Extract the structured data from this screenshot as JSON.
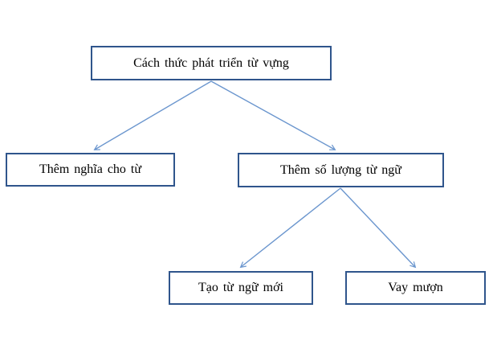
{
  "diagram": {
    "description": "Tree diagram of vocabulary development methods",
    "nodes": [
      {
        "id": "root",
        "label": "Cách thức phát triển từ vựng"
      },
      {
        "id": "them-nghia",
        "label": "Thêm nghĩa cho từ"
      },
      {
        "id": "them-so-luong",
        "label": "Thêm số lượng từ ngữ"
      },
      {
        "id": "tao-tu-ngu",
        "label": "Tạo từ ngữ mới"
      },
      {
        "id": "vay-muon",
        "label": "Vay mượn"
      }
    ],
    "edges": [
      {
        "from": "root",
        "to": "them-nghia"
      },
      {
        "from": "root",
        "to": "them-so-luong"
      },
      {
        "from": "them-so-luong",
        "to": "tao-tu-ngu"
      },
      {
        "from": "them-so-luong",
        "to": "vay-muon"
      }
    ],
    "colors": {
      "box_border": "#2F558C",
      "arrow": "#6B96CE",
      "text": "#000000",
      "background": "#FFFFFF"
    }
  }
}
